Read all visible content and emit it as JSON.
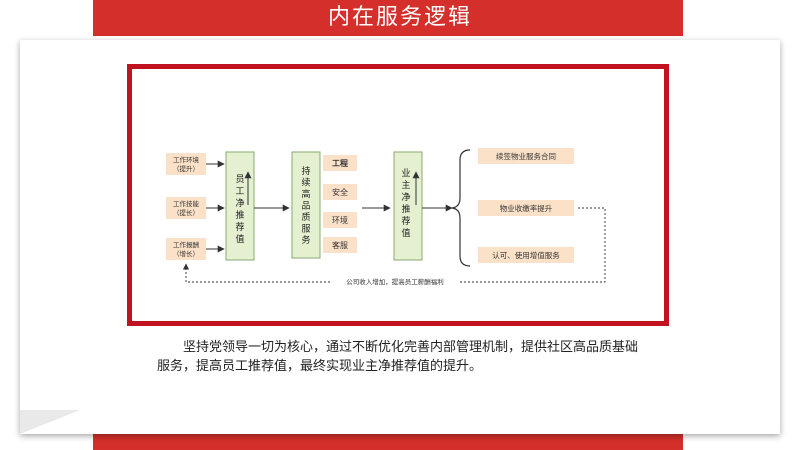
{
  "page": {
    "title": "内在服务逻辑"
  },
  "diagram": {
    "inputs": [
      {
        "line1": "工作环境",
        "line2": "（提升）"
      },
      {
        "line1": "工作技能",
        "line2": "（提长）"
      },
      {
        "line1": "工作报酬",
        "line2": "（增长）"
      }
    ],
    "employee_value": "员工净推荐值",
    "service": "持续高品质服务",
    "service_items": [
      "工程",
      "安全",
      "环境",
      "客服"
    ],
    "owner_value": "业主净推荐值",
    "outcomes": [
      "续签物业服务合同",
      "物业收缴率提升",
      "认可、使用增值服务"
    ],
    "feedback_label": "公司收入增加，提高员工薪酬福利"
  },
  "caption": {
    "line1": "坚持党领导一切为核心，通过不断优化完善内部管理机制，提供社区高",
    "line2": "品质基础服务，提高员工推荐值，最终实现业主净推荐值的提升。"
  },
  "colors": {
    "accent": "#d42f2a",
    "frame": "#c1121f",
    "box_green": "#e4f0d0",
    "box_peach": "#fbe1c8"
  }
}
